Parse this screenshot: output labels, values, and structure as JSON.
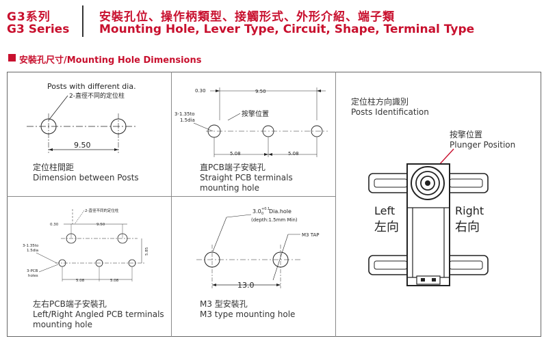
{
  "header": {
    "series_zh": "G3系列",
    "series_en": "G3 Series",
    "title_zh": "安裝孔位、操作柄類型、接觸形式、外形介紹、端子類",
    "title_en": "Mounting Hole, Lever Type, Circuit, Shape, Terminal Type"
  },
  "section": {
    "title": "安裝孔尺寸/Mounting Hole Dimensions"
  },
  "panels": {
    "posts": {
      "label_en": "Posts with different dia.",
      "label_zh": "2-直徑不同的定位柱",
      "dim": "9.50",
      "caption_zh": "定位柱間距",
      "caption_en": "Dimension between Posts"
    },
    "straight": {
      "dim_top_left": "0.30",
      "dim_top": "9.50",
      "hole_label_a": "3-1.35to",
      "hole_label_b": "1.5dia",
      "plunger_zh": "按擎位置",
      "dim_bottom_1": "5.08",
      "dim_bottom_2": "5.08",
      "caption_zh": "直PCB端子安裝孔",
      "caption_en_1": "Straight PCB terminals",
      "caption_en_2": "mounting hole"
    },
    "angled": {
      "posts_zh": "2-直徑不同的定位柱",
      "dim_top_left": "0.30",
      "dim_top": "9.50",
      "hole_label_a": "3-1.35to",
      "hole_label_b": "1.5dia",
      "side_dim": "5.85",
      "pcb_a": "3-PCB",
      "pcb_b": "holes",
      "dim_bottom_1": "5.08",
      "dim_bottom_2": "5.08",
      "caption_zh": "左右PCB端子安裝孔",
      "caption_en_1": "Left/Right Angled PCB terminals",
      "caption_en_2": "mounting hole"
    },
    "m3": {
      "dia_a": "3.0",
      "dia_sup": "+0.1",
      "dia_sub": "0",
      "dia_b": "Dia.hole",
      "depth": "(depth:1.5mm Min)",
      "tap": "M3 TAP",
      "dim": "13.0",
      "caption_zh": "M3 型安裝孔",
      "caption_en": "M3 type mounting  hole"
    },
    "ident": {
      "title_zh": "定位柱方向識別",
      "title_en": "Posts Identification",
      "plunger_zh": "按擎位置",
      "plunger_en": "Plunger Position",
      "left_en": "Left",
      "left_zh": "左向",
      "right_en": "Right",
      "right_zh": "右向"
    }
  },
  "colors": {
    "accent": "#c8102e",
    "line": "#222222",
    "grid": "#888888"
  }
}
